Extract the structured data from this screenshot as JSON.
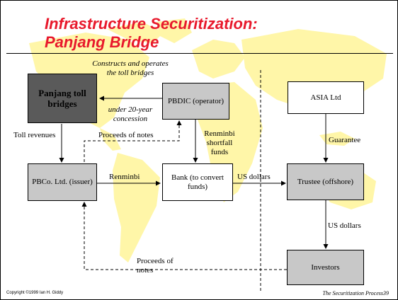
{
  "title": {
    "line1": "Infrastructure Securitization:",
    "line2": "Panjang Bridge"
  },
  "boxes": {
    "bridges": "Panjang toll bridges",
    "pbdic": "PBDIC (operator)",
    "asia": "ASIA Ltd",
    "pbco": "PBCo. Ltd. (issuer)",
    "bank": "Bank (to convert funds)",
    "trustee": "Trustee (offshore)",
    "investors": "Investors"
  },
  "labels": {
    "constructs": "Constructs and operates the toll bridges",
    "concession": "under 20-year concession",
    "toll_revenues": "Toll revenues",
    "proceeds_top": "Proceeds of notes",
    "shortfall": "Renminbi shortfall funds",
    "guarantee": "Guarantee",
    "renminbi": "Renminbi",
    "us_dollars_mid": "US dollars",
    "us_dollars_right": "US dollars",
    "proceeds_bottom": "Proceeds of notes"
  },
  "footer": {
    "copyright": "Copyright ©1999 Ian H. Giddy",
    "right": "The Securitization Process39"
  },
  "colors": {
    "title": "#e8192c",
    "map": "#fff6a8",
    "dark_box": "#5a5a5a",
    "grey_box": "#c8c8c8"
  }
}
